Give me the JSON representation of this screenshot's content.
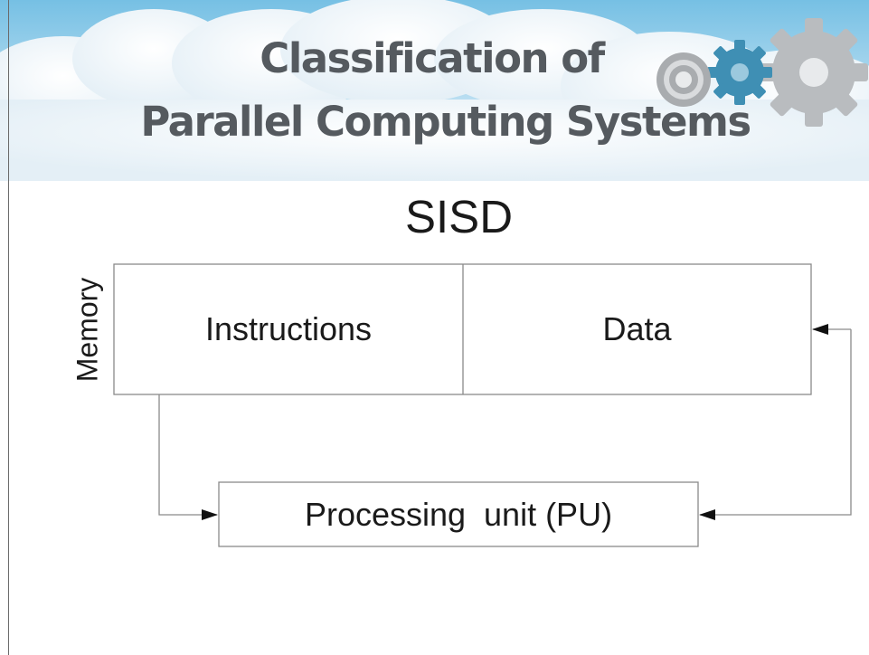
{
  "slide": {
    "title_line1": "Classification of",
    "title_line2": "Parallel Computing Systems",
    "heading": "SISD"
  },
  "diagram": {
    "memory_label": "Memory",
    "instructions_label": "Instructions",
    "data_label": "Data",
    "processing_unit_label": "Processing  unit (PU)"
  },
  "decor": {
    "sky_top_color": "#7fc4e6",
    "cloud_color": "#ffffff",
    "gear_colors": [
      "#a9acaf",
      "#3f8fb4",
      "#b9bcbf"
    ],
    "title_color": "#555a5f"
  }
}
